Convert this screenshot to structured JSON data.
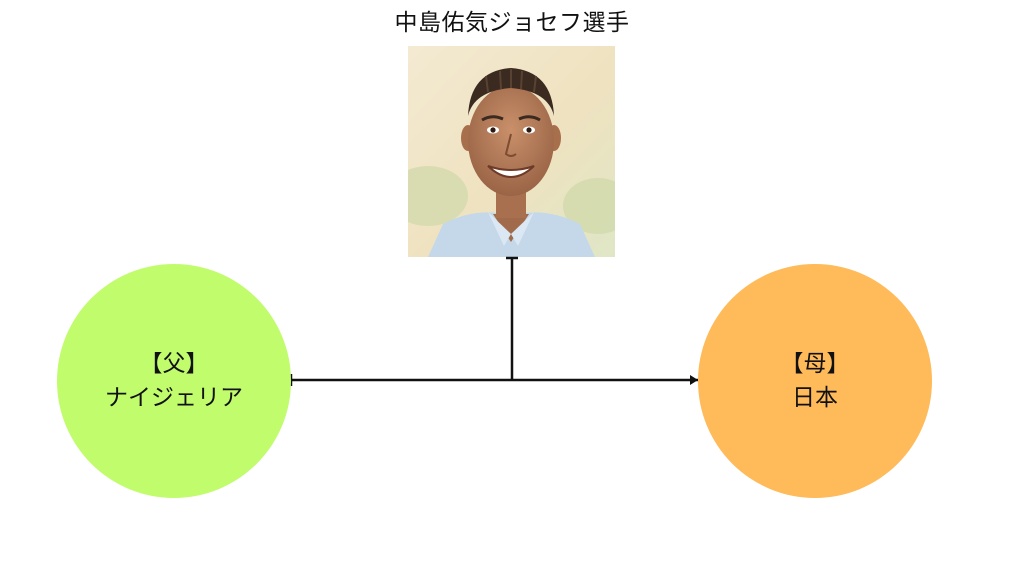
{
  "title": "中島佑気ジョセフ選手",
  "portrait": {
    "icon": "portrait-photo"
  },
  "father": {
    "role": "【父】",
    "country": "ナイジェリア",
    "color": "#c1fc6c"
  },
  "mother": {
    "role": "【母】",
    "country": "日本",
    "color": "#ffba5a"
  }
}
